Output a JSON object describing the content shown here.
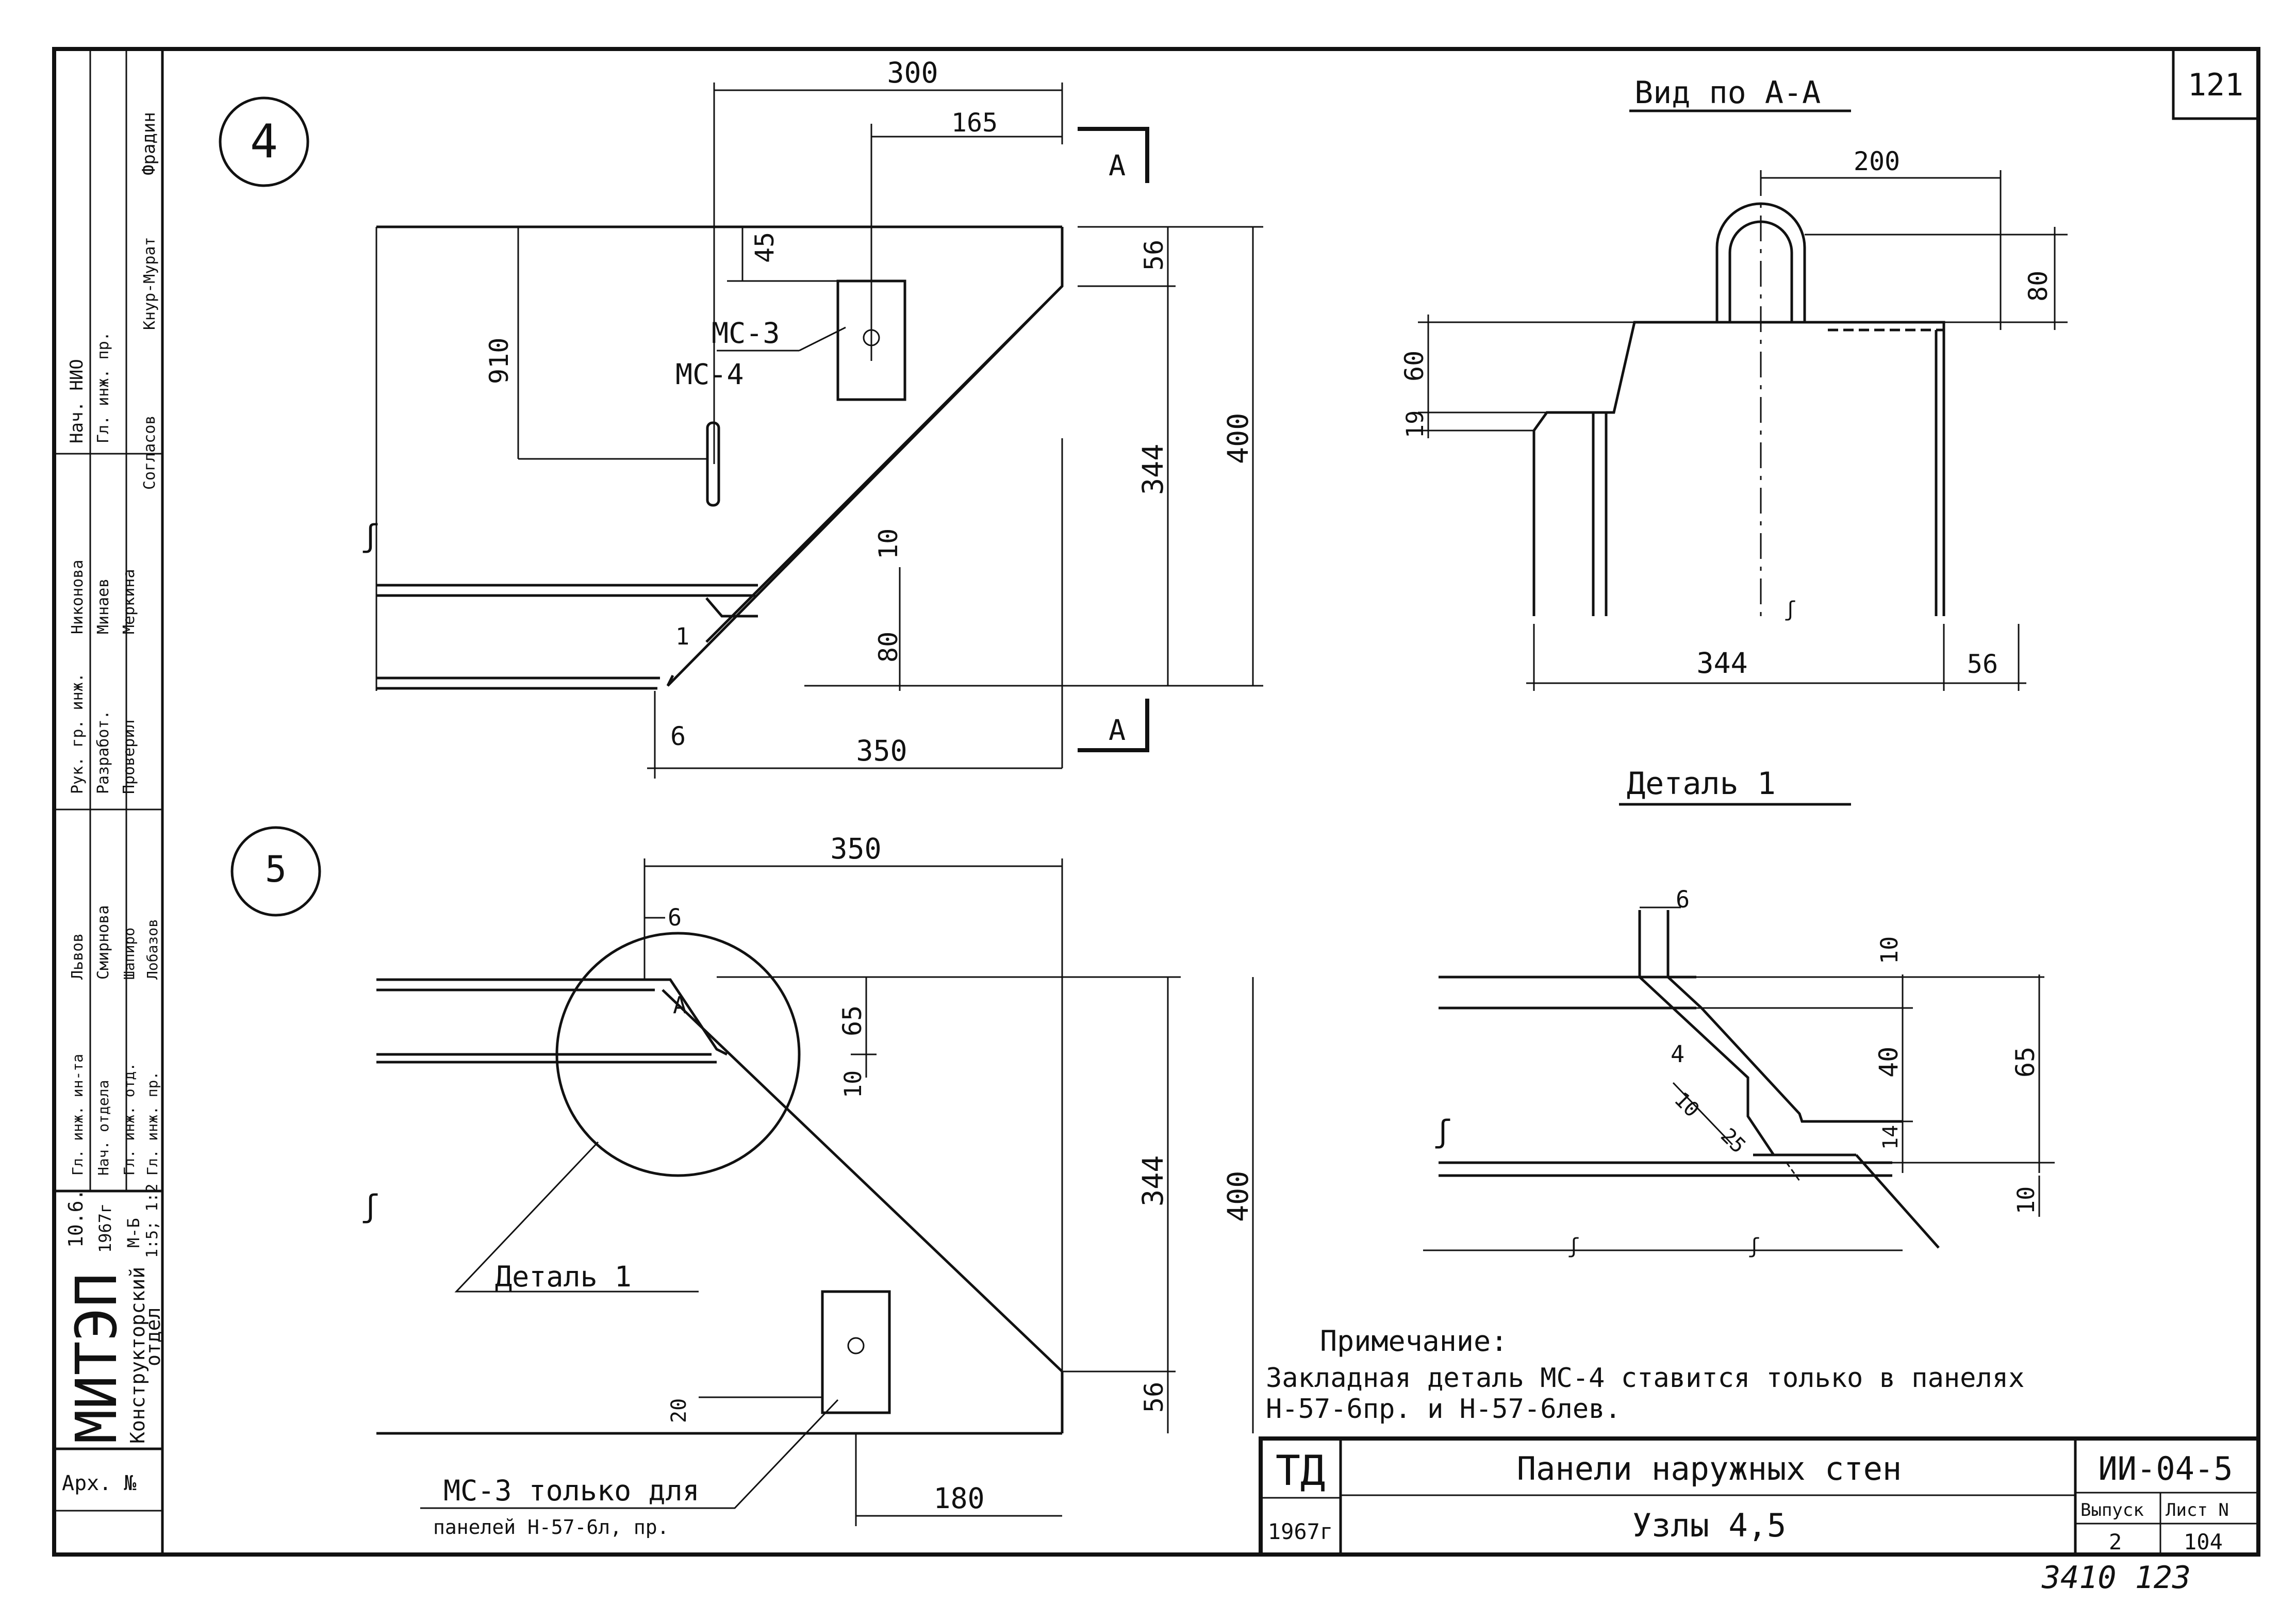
{
  "sheet": {
    "sheet_number": "121",
    "stamp_bottom": "3410 123"
  },
  "node4": {
    "label": "4",
    "dims": {
      "d300": "300",
      "d165": "165",
      "d45": "45",
      "d56": "56",
      "d910": "910",
      "d344": "344",
      "d400": "400",
      "d10": "10",
      "d80": "80",
      "d6": "6",
      "d350": "350"
    },
    "marks": {
      "mc3": "МС-3",
      "mc4": "МС-4",
      "sec_a_top": "А",
      "sec_a_bottom": "А",
      "arrow": "1"
    }
  },
  "node5": {
    "label": "5",
    "dims": {
      "d350": "350",
      "d6": "6",
      "d65": "65",
      "d10": "10",
      "d344": "344",
      "d400": "400",
      "d20": "20",
      "d56": "56",
      "d180": "180"
    },
    "marks": {
      "detail_ref": "Деталь 1",
      "a": "А",
      "mc3_note_1": "МС-3 только для",
      "mc3_note_2": "панелей Н-57-6л, пр."
    }
  },
  "view_a": {
    "title": "Вид по А-А",
    "dims": {
      "d200": "200",
      "d80": "80",
      "d60": "60",
      "d19": "19",
      "d344": "344",
      "d56": "56"
    }
  },
  "detail1": {
    "title": "Деталь 1",
    "dims": {
      "d6": "6",
      "d10a": "10",
      "d4": "4",
      "d40": "40",
      "d65": "65",
      "d10b": "10",
      "d25": "25",
      "d14": "14",
      "d10c": "10"
    }
  },
  "note": {
    "title": "Примечание:",
    "line1": "Закладная деталь МС-4 ставится только в панелях",
    "line2": "Н-57-6пр. и Н-57-6лев."
  },
  "title_block": {
    "org_short": "ТД",
    "year": "1967г",
    "title": "Панели наружных стен",
    "subtitle": "Узлы 4,5",
    "code": "ИИ-04-5",
    "issue_label": "Выпуск",
    "issue_value": "2",
    "sheet_label": "Лист N",
    "sheet_value": "104"
  },
  "side_stamp": {
    "org": "МИТЭП",
    "dept_1": "Конструкторский",
    "dept_2": "отдел",
    "arch": "Арх. №",
    "date": "10.6.",
    "date_year": "1967г",
    "scale_m": "М-Б",
    "scale": "1:5; 1:2",
    "names": [
      "Фрадин",
      "Кнур-Мурат",
      "Согласов",
      "Никонова",
      "Минаев",
      "Меркина",
      "Львов",
      "Смирнова",
      "Шапиро",
      "Лобазов"
    ],
    "roles": [
      "Нач. НИО",
      "Гл. инж. пр.",
      "Рук. гр. инж.",
      "Разработ.",
      "Проверил",
      "Гл. инж. ин-та",
      "Нач. отдела",
      "Гл. инж. отд.",
      "Гл. инж. пр."
    ]
  }
}
